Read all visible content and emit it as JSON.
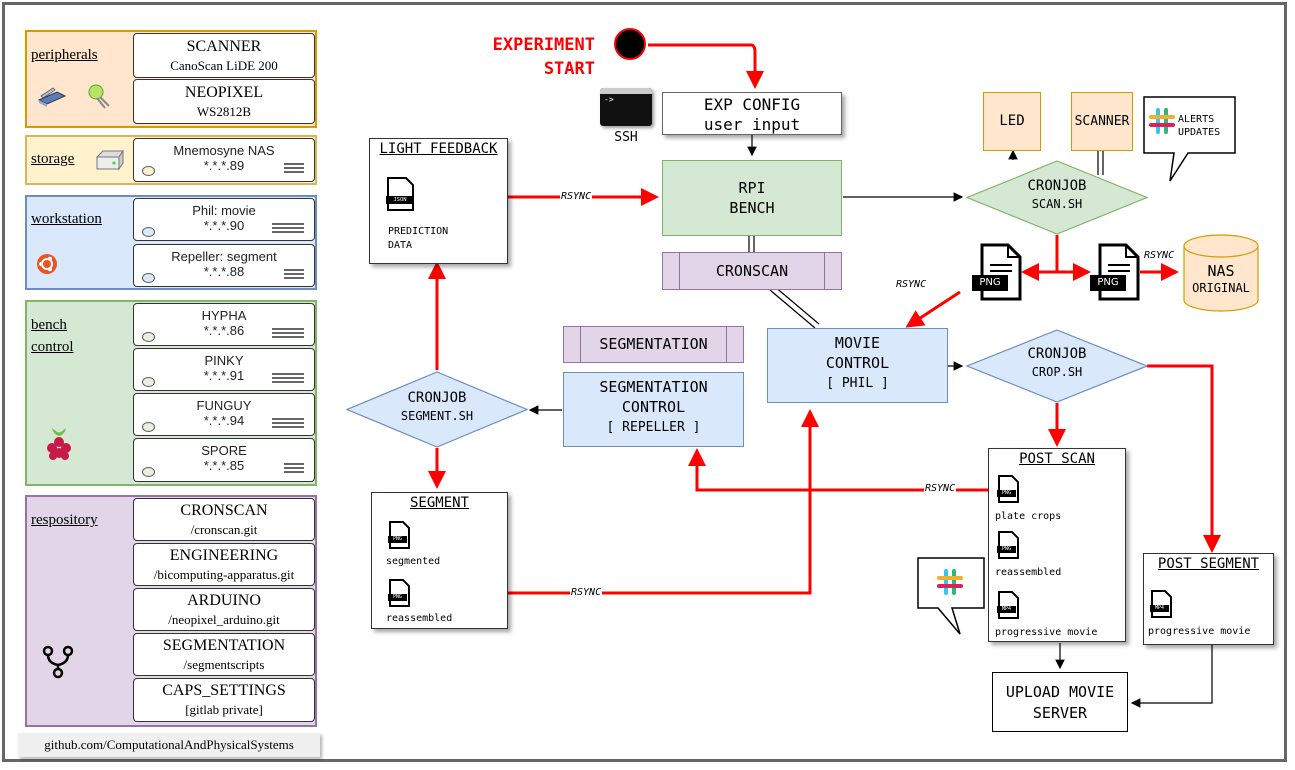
{
  "sidebar": {
    "peripherals": {
      "label": "peripherals",
      "items": [
        {
          "name": "SCANNER",
          "detail": "CanoScan LiDE 200"
        },
        {
          "name": "NEOPIXEL",
          "detail": "WS2812B"
        }
      ]
    },
    "storage": {
      "label": "storage",
      "items": [
        {
          "name": "Mnemosyne NAS",
          "ip": "*.*.*.89"
        }
      ]
    },
    "workstation": {
      "label": "workstation",
      "items": [
        {
          "name": "Phil: movie",
          "ip": "*.*.*.90"
        },
        {
          "name": "Repeller: segment",
          "ip": "*.*.*.88"
        }
      ]
    },
    "bench": {
      "label1": "bench",
      "label2": "control",
      "items": [
        {
          "name": "HYPHA",
          "ip": "*.*.*.86"
        },
        {
          "name": "PINKY",
          "ip": "*.*.*.91"
        },
        {
          "name": "FUNGUY",
          "ip": "*.*.*.94"
        },
        {
          "name": "SPORE",
          "ip": "*.*.*.85"
        }
      ]
    },
    "repository": {
      "label": "respository",
      "items": [
        {
          "name": "CRONSCAN",
          "detail": "/cronscan.git"
        },
        {
          "name": "ENGINEERING",
          "detail": "/bicomputing-apparatus.git"
        },
        {
          "name": "ARDUINO",
          "detail": "/neopixel_arduino.git"
        },
        {
          "name": "SEGMENTATION",
          "detail": "/segmentscripts"
        },
        {
          "name": "CAPS_SETTINGS",
          "detail": "[gitlab private]"
        }
      ]
    },
    "footer": "github.com/ComputationalAndPhysicalSystems"
  },
  "start": {
    "line1": "EXPERIMENT",
    "line2": "START"
  },
  "ssh": "SSH",
  "exp_config": {
    "line1": "EXP CONFIG",
    "line2": "user input"
  },
  "rpi_bench": {
    "line1": "RPI",
    "line2": "BENCH"
  },
  "cronscan": "CRONSCAN",
  "light_feedback": {
    "title": "LIGHT FEEDBACK",
    "file": "JSON",
    "line1": "PREDICTION",
    "line2": "DATA"
  },
  "led": "LED",
  "scanner": "SCANNER",
  "alerts": {
    "line1": "ALERTS",
    "line2": "UPDATES"
  },
  "cron_scan": {
    "line1": "CRONJOB",
    "line2": "SCAN.SH"
  },
  "png": "PNG",
  "nas": {
    "line1": "NAS",
    "line2": "ORIGINAL"
  },
  "movie_control": {
    "line1": "MOVIE",
    "line2": "CONTROL",
    "line3": "[ PHIL ]"
  },
  "cron_crop": {
    "line1": "CRONJOB",
    "line2": "CROP.SH"
  },
  "segmentation_bar": "SEGMENTATION",
  "seg_control": {
    "line1": "SEGMENTATION",
    "line2": "CONTROL",
    "line3": "[ REPELLER ]"
  },
  "cron_segment": {
    "line1": "CRONJOB",
    "line2": "SEGMENT.SH"
  },
  "segment_box": {
    "title": "SEGMENT",
    "file": "PNG",
    "item1": "segmented",
    "item2": "reassembled"
  },
  "post_scan": {
    "title": "POST SCAN",
    "file_png": "PNG",
    "file_mp4": "MP4",
    "item1": "plate crops",
    "item2": "reassembled",
    "item3": "progressive movie"
  },
  "post_segment": {
    "title": "POST SEGMENT",
    "file": "MP4",
    "item1": "progressive movie"
  },
  "upload": {
    "line1": "UPLOAD MOVIE",
    "line2": "SERVER"
  },
  "rsync": "RSYNC",
  "colors": {
    "red": "#ff0000",
    "green_fill": "#d5e8d4",
    "green_border": "#82b366",
    "blue_fill": "#dae8fc",
    "blue_border": "#6c8ebf",
    "purple_fill": "#e1d5e7",
    "purple_border": "#9673a6",
    "orange_fill": "#ffe6cc",
    "orange_border": "#d79b00",
    "yellow_fill": "#fff2cc",
    "yellow_border": "#d6b656"
  }
}
